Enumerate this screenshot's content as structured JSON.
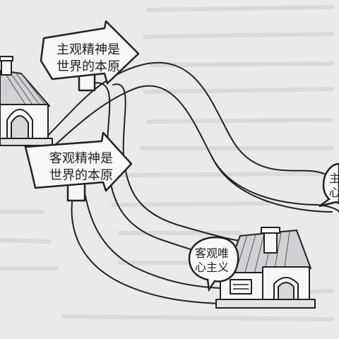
{
  "signs": {
    "upper": {
      "line1": "主观精神是",
      "line2": "世界的本原"
    },
    "lower": {
      "line1": "客观精神是",
      "line2": "世界的本原"
    }
  },
  "bubbles": {
    "lower_house": {
      "line1": "客观唯",
      "line2": "心主义"
    },
    "right_edge": {
      "glyph1": "主",
      "glyph2": "心"
    }
  },
  "colors": {
    "paper": "#e9eaec",
    "ink": "#222222",
    "fill": "#f7f7f7",
    "roof": "#cfd1d4"
  }
}
